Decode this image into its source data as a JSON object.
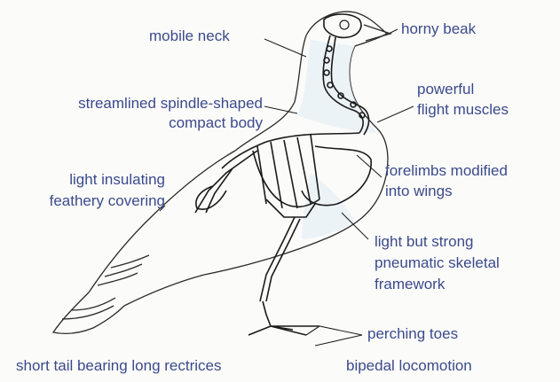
{
  "labels": {
    "mobile_neck": "mobile neck",
    "horny_beak": "horny beak",
    "body_line1": "streamlined spindle-shaped",
    "body_line2": "compact body",
    "muscles_line1": "powerful",
    "muscles_line2": "flight muscles",
    "feathers_line1": "light insulating",
    "feathers_line2": "feathery covering",
    "wings_line1": "forelimbs modified",
    "wings_line2": "into wings",
    "skeleton_line1": "light but strong",
    "skeleton_line2": "pneumatic skeletal",
    "skeleton_line3": "framework",
    "toes": "perching toes",
    "tail": "short tail bearing long rectrices",
    "locomotion": "bipedal locomotion"
  },
  "colors": {
    "label_text": "#3b4a8c",
    "leader_line": "#222222",
    "outline": "#2a2a2a",
    "skeleton": "#1a1a1a",
    "feather_wash": "#e3eef5"
  }
}
